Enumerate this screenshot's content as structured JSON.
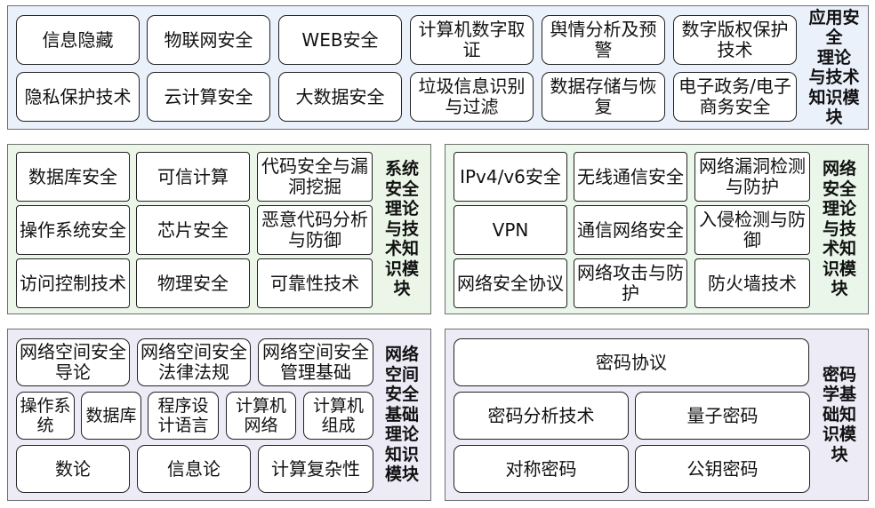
{
  "app_theory": {
    "title": "应用安全\n理论\n与技术\n知识模\n块",
    "items": [
      "信息隐藏",
      "物联网安全",
      "WEB安全",
      "计算机数字取证",
      "舆情分析及预警",
      "数字版权保护技术",
      "隐私保护技术",
      "云计算安全",
      "大数据安全",
      "垃圾信息识别与过滤",
      "数据存储与恢复",
      "电子政务/电子商务安全"
    ]
  },
  "system_security": {
    "title": "系统\n安全\n理论\n与技\n术知\n识模\n块",
    "items": [
      "数据库安全",
      "可信计算",
      "代码安全与漏洞挖掘",
      "操作系统安全",
      "芯片安全",
      "恶意代码分析与防御",
      "访问控制技术",
      "物理安全",
      "可靠性技术"
    ]
  },
  "network_security": {
    "title": "网络\n安全\n理论\n与技\n术知\n识模\n块",
    "items": [
      "IPv4/v6安全",
      "无线通信安全",
      "网络漏洞检测与防护",
      "VPN",
      "通信网络安全",
      "入侵检测与防御",
      "网络安全协议",
      "网络攻击与防护",
      "防火墙技术"
    ]
  },
  "cyberspace_basics": {
    "title": "网络\n空间\n安全\n基础\n理论\n知识\n模块",
    "items": [
      "网络空间安全导论",
      "网络空间安全法律法规",
      "网络空间安全管理基础",
      "操作系统",
      "数据库",
      "程序设计语言",
      "计算机网络",
      "计算机组成",
      "数论",
      "信息论",
      "计算复杂性"
    ]
  },
  "cryptography": {
    "title": "密码\n学基\n础知\n识模\n块",
    "items": [
      "密码协议",
      "密码分析技术",
      "量子密码",
      "对称密码",
      "公钥密码"
    ]
  },
  "colors": {
    "app_bg": "#eaf1fb",
    "system_bg": "#ebf6e8",
    "network_bg": "#eaf6ea",
    "cyber_bg": "#ecebf6",
    "crypto_bg": "#ecebf6"
  }
}
